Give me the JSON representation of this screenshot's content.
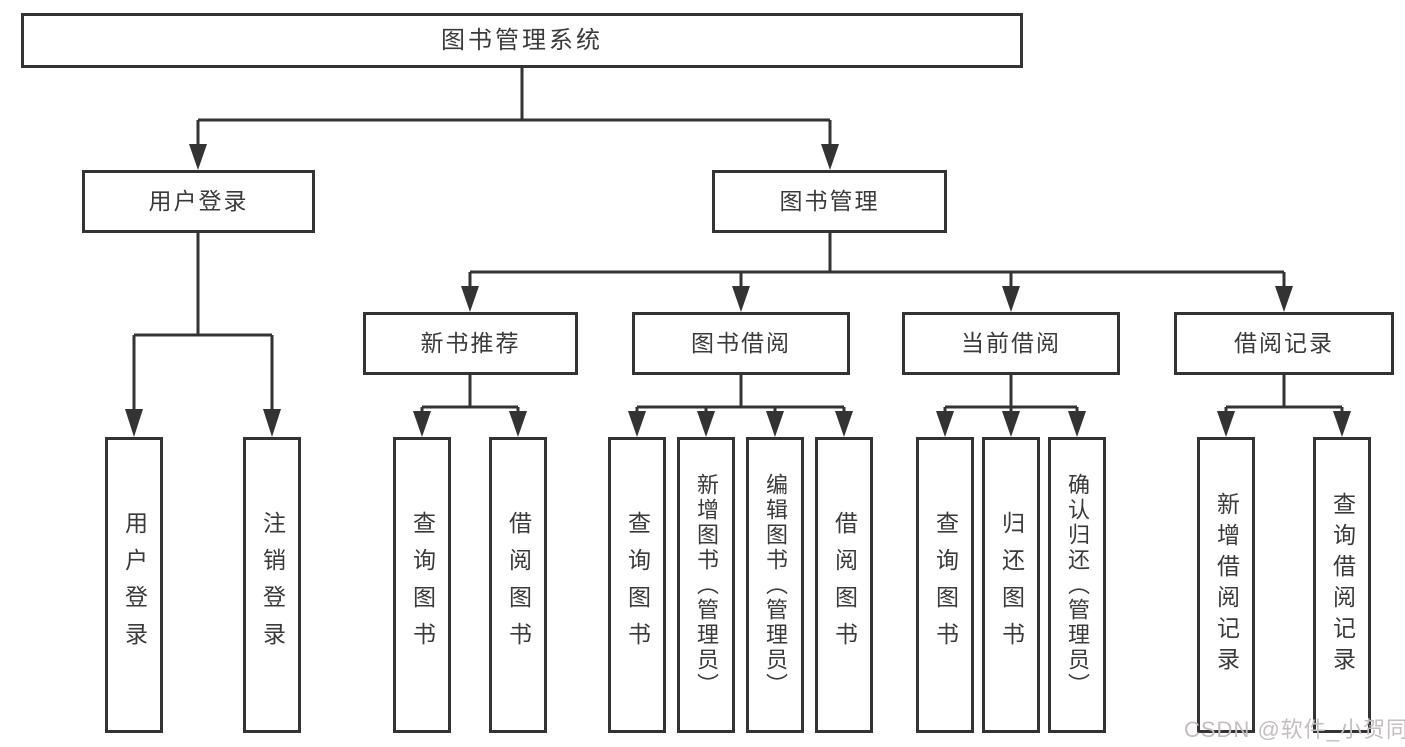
{
  "tree": {
    "root": {
      "label": "图书管理系统"
    },
    "branches": [
      {
        "label": "用户登录",
        "children": [
          {
            "label": "用户登录"
          },
          {
            "label": "注销登录"
          }
        ]
      },
      {
        "label": "图书管理",
        "children": [
          {
            "label": "新书推荐",
            "children": [
              {
                "label": "查询图书"
              },
              {
                "label": "借阅图书"
              }
            ]
          },
          {
            "label": "图书借阅",
            "children": [
              {
                "label": "查询图书"
              },
              {
                "label": "新增图书（管理员）"
              },
              {
                "label": "编辑图书（管理员）"
              },
              {
                "label": "借阅图书"
              }
            ]
          },
          {
            "label": "当前借阅",
            "children": [
              {
                "label": "查询图书"
              },
              {
                "label": "归还图书"
              },
              {
                "label": "确认归还（管理员）"
              }
            ]
          },
          {
            "label": "借阅记录",
            "children": [
              {
                "label": "新增借阅记录"
              },
              {
                "label": "查询借阅记录"
              }
            ]
          }
        ]
      }
    ]
  },
  "watermark": {
    "text": "CSDN @软件_小贺同学"
  },
  "colors": {
    "line": "#333333",
    "node_border": "#333333",
    "text": "#3a3a3a",
    "watermark": "#c4bec1",
    "background": "#ffffff"
  }
}
